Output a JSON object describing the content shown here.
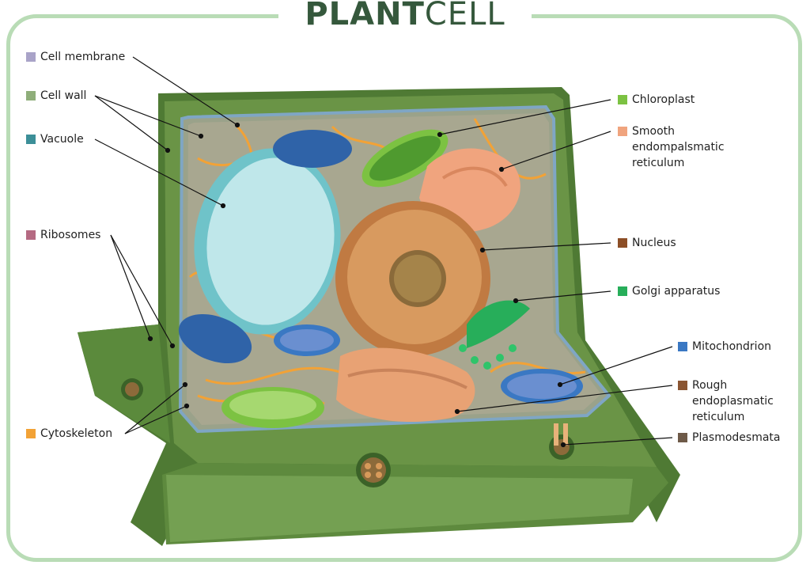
{
  "title": {
    "bold": "PLANT",
    "light": "CELL"
  },
  "labels": [
    {
      "id": "cell-membrane",
      "text": "Cell membrane",
      "color": "#a9a3c8"
    },
    {
      "id": "cell-wall",
      "text": "Cell wall",
      "color": "#8fae7a"
    },
    {
      "id": "vacuole",
      "text": "Vacuole",
      "color": "#3c8f98"
    },
    {
      "id": "ribosomes",
      "text": "Ribosomes",
      "color": "#b56a82"
    },
    {
      "id": "cytoskeleton",
      "text": "Cytoskeleton",
      "color": "#f2a236"
    },
    {
      "id": "chloroplast",
      "text": "Chloroplast",
      "color": "#7cc242"
    },
    {
      "id": "smooth-er",
      "text": "Smooth endompalsmatic reticulum",
      "color": "#f0a47e"
    },
    {
      "id": "nucleus",
      "text": "Nucleus",
      "color": "#8c4e26"
    },
    {
      "id": "golgi",
      "text": "Golgi apparatus",
      "color": "#27ae5a"
    },
    {
      "id": "mitochondrion",
      "text": "Mitochondrion",
      "color": "#3a78c3"
    },
    {
      "id": "rough-er",
      "text": "Rough endoplasmatic reticulum",
      "color": "#8a5532"
    },
    {
      "id": "plasmodesmata",
      "text": "Plasmodesmata",
      "color": "#6e5a48"
    }
  ]
}
